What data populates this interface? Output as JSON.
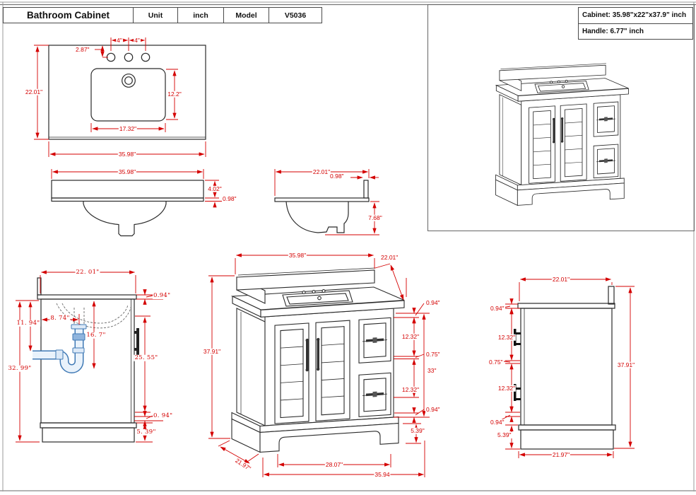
{
  "title_block": {
    "title": "Bathroom Cabinet",
    "unit_label": "Unit",
    "unit_value": "inch",
    "model_label": "Model",
    "model_value": "V5036"
  },
  "info_box": {
    "cabinet_size": "Cabinet: 35.98\"x22\"x37.9\" inch",
    "handle_size": "Handle:  6.77\" inch"
  },
  "views": {
    "plan": {
      "dims": {
        "depth": "22.01\"",
        "width": "35.98\"",
        "hole_offset": "2.87\"",
        "hole_gap1": "4\"",
        "hole_gap2": "4\"",
        "sink_depth": "12.2\"",
        "sink_width": "17.32\""
      }
    },
    "front_edge": {
      "dims": {
        "width": "35.98\"",
        "edge_height": "4.02\"",
        "top_thickness": "0.98\""
      }
    },
    "side_edge": {
      "dims": {
        "depth": "22.01\"",
        "backsplash_thickness": "0.98\"",
        "bowl_depth": "7.68\""
      }
    },
    "section": {
      "dims": {
        "depth": "22. 01\"",
        "total_height": "32. 99\"",
        "trap_height": "11. 94\"",
        "drain_offset": "8. 74\"",
        "drain_height": "16. 7\"",
        "door_height": "25. 55\"",
        "top_rail": "0.94\"",
        "bottom_rail": "0. 94\"",
        "base_height": "5. 39\""
      }
    },
    "front": {
      "dims": {
        "width": "35.98\"",
        "depth": "22.01\"",
        "height": "37.91\"",
        "top_rail": "0.94\"",
        "drawer_upper": "12.32\"",
        "gap": "0.75\"",
        "door_height": "33\"",
        "drawer_lower": "12.32\"",
        "bottom_rail": "0.94\"",
        "base_height": "5.39\"",
        "arch_width": "28.07\"",
        "base_width": "35.94",
        "base_depth": "21.97\""
      }
    },
    "side": {
      "dims": {
        "depth": "22.01\"",
        "top_rail": "0.94\"",
        "drawer_upper": "12.32\"",
        "gap": "0.75\"",
        "drawer_lower": "12.32\"",
        "bottom_rail": "0.94\"",
        "base_height": "5.39\"",
        "height": "37.91\"",
        "base_depth": "21.97\""
      }
    }
  },
  "colors": {
    "dimension": "#d40000",
    "line": "#2a2a2a",
    "pipe_stroke": "#3f79b5",
    "pipe_fill": "#e9f2fb"
  }
}
